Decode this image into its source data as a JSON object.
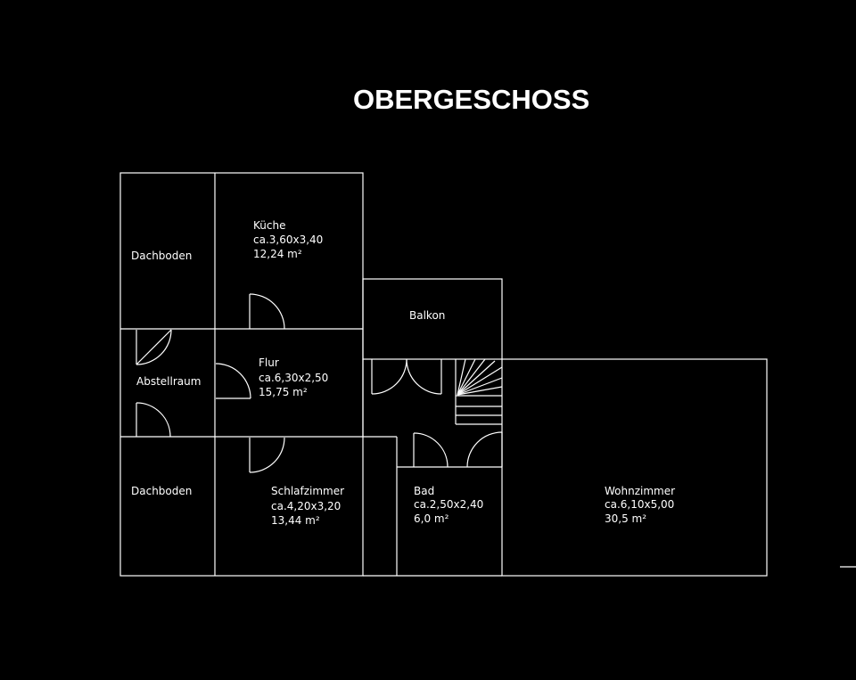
{
  "title": "OBERGESCHOSS",
  "colors": {
    "background": "#000000",
    "lines": "#ffffff"
  },
  "rooms": {
    "dachboden_top": {
      "name": "Dachboden"
    },
    "kueche": {
      "name": "Küche",
      "dims": "ca.3,60x3,40",
      "area": "12,24  m²"
    },
    "balkon": {
      "name": "Balkon"
    },
    "abstellraum": {
      "name": "Abstellraum"
    },
    "flur": {
      "name": "Flur",
      "dims": "ca.6,30x2,50",
      "area": "15,75 m²"
    },
    "dachboden_bottom": {
      "name": "Dachboden"
    },
    "schlafzimmer": {
      "name": "Schlafzimmer",
      "dims": "ca.4,20x3,20",
      "area": "13,44 m²"
    },
    "bad": {
      "name": "Bad",
      "dims": "ca.2,50x2,40",
      "area": "6,0 m²"
    },
    "wohnzimmer": {
      "name": "Wohnzimmer",
      "dims": "ca.6,10x5,00",
      "area": "30,5 m²"
    }
  }
}
